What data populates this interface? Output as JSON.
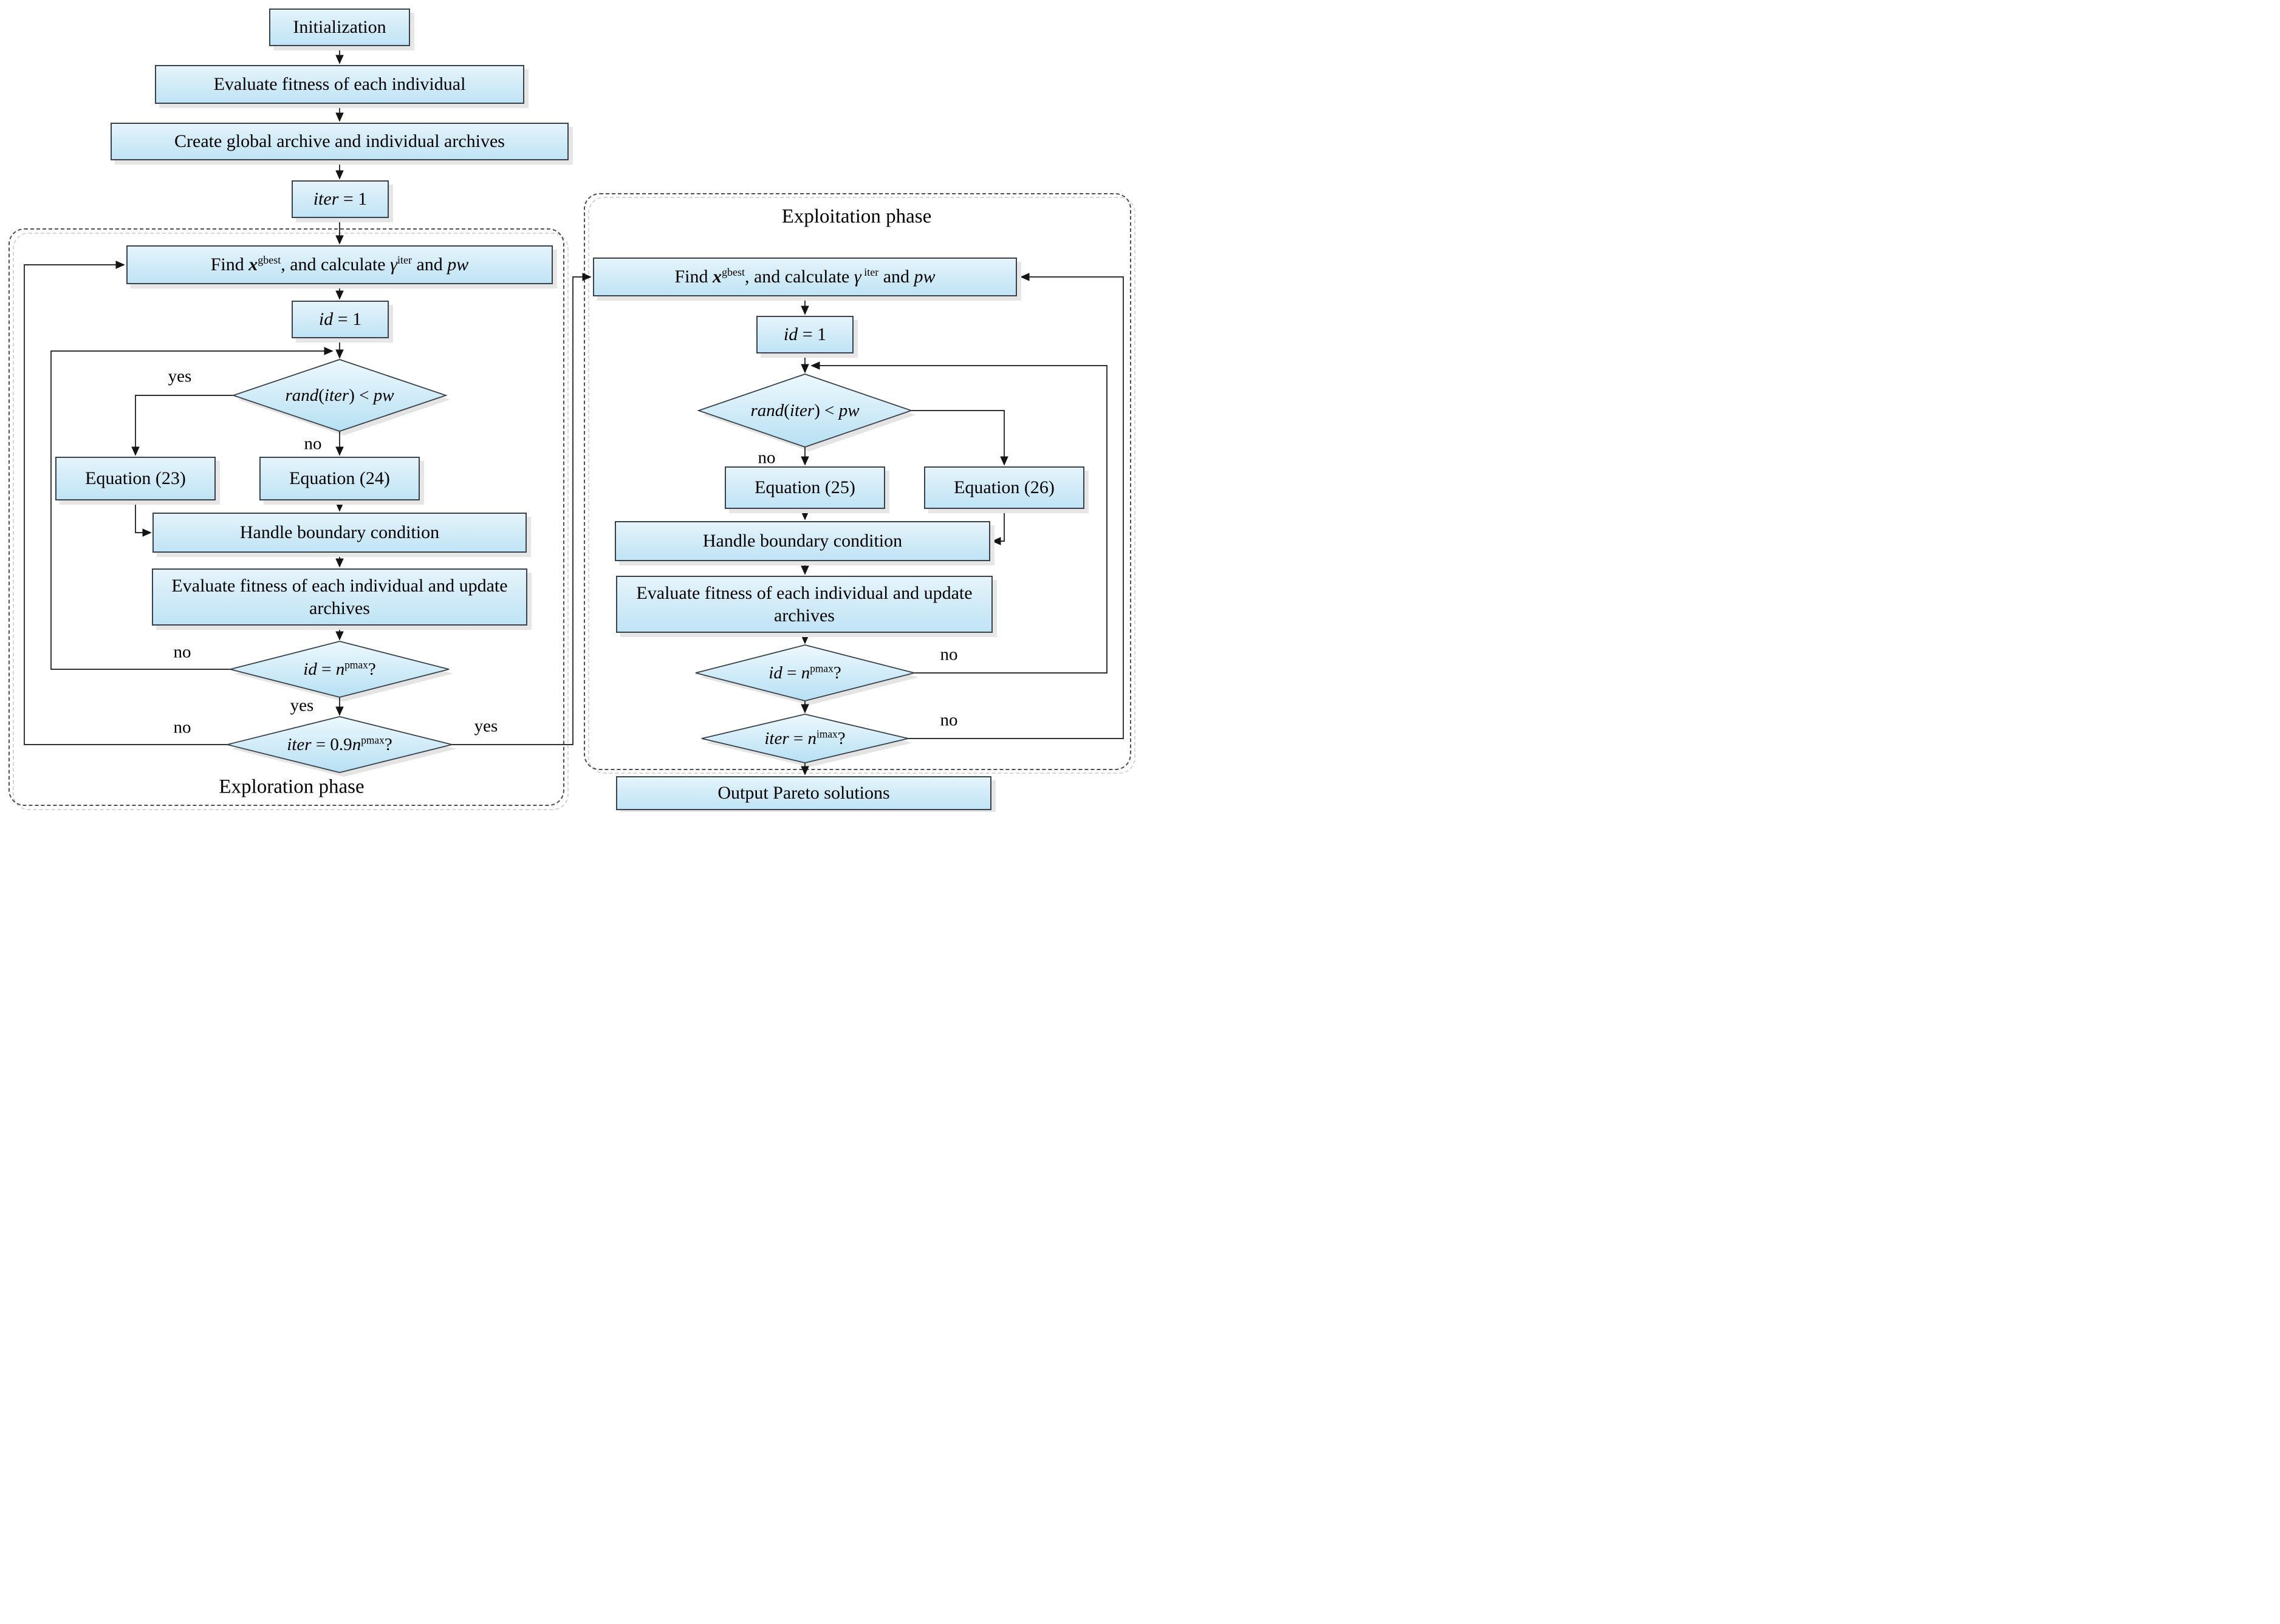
{
  "diagram": {
    "phases": {
      "exploration": {
        "label": "Exploration phase"
      },
      "exploitation": {
        "label": "Exploitation phase"
      }
    },
    "nodes": {
      "init": {
        "label": "Initialization"
      },
      "eval_fitness": {
        "label": "Evaluate fitness of each individual"
      },
      "create_archive": {
        "label": "Create global archive and individual archives"
      },
      "iter_init": {
        "rich": "<i>iter</i> = 1"
      },
      "find_left": {
        "rich": "Find <b><i>x</i></b><sup>gbest</sup>, and calculate <i>γ</i><sup>iter</sup> and <i>pw</i>"
      },
      "id_init_left": {
        "rich": "<i>id</i> = 1"
      },
      "rand_left": {
        "rich": "<i>rand</i>(<i>iter</i>) &lt; <i>pw</i>"
      },
      "equation_23": {
        "label": "Equation (23)"
      },
      "equation_24": {
        "label": "Equation (24)"
      },
      "handle_left": {
        "label": "Handle boundary condition"
      },
      "eval_update_left": {
        "label": "Evaluate fitness of each individual and update archives"
      },
      "id_check_left": {
        "rich": "<i>id</i> = <i>n</i><sup>pmax</sup>?"
      },
      "iter_check_left": {
        "rich": "<i>iter</i> = 0.9<i>n</i><sup>pmax</sup>?"
      },
      "find_right": {
        "rich": "Find <b><i>x</i></b><sup>gbest</sup>, and calculate <i>γ</i><sup> iter</sup> and <i>pw</i>"
      },
      "id_init_right": {
        "rich": "<i>id</i> = 1"
      },
      "rand_right": {
        "rich": "<i>rand</i>(<i>iter</i>) &lt; <i>pw</i>"
      },
      "equation_25": {
        "label": "Equation (25)"
      },
      "equation_26": {
        "label": "Equation (26)"
      },
      "handle_right": {
        "label": "Handle boundary condition"
      },
      "eval_update_right": {
        "label": "Evaluate fitness of each individual and update archives"
      },
      "id_check_right": {
        "rich": "<i>id</i> = <i>n</i><sup>pmax</sup>?"
      },
      "iter_check_right": {
        "rich": "<i>iter</i> = <i>n</i><sup>imax</sup>?"
      },
      "output": {
        "label": "Output Pareto solutions"
      }
    },
    "edge_labels": {
      "rand_left_yes": "yes",
      "rand_left_no": "no",
      "id_left_no": "no",
      "id_left_yes": "yes",
      "iter_left_no": "no",
      "iter_left_yes": "yes",
      "rand_right_no": "no",
      "id_right_no": "no",
      "iter_right_no": "no"
    }
  },
  "colors": {
    "node-fill-top": "#e6f4fb",
    "node-fill-bottom": "#c0e4f5",
    "node-border": "#39424b",
    "connector": "#141414",
    "dashed-border": "#4f4f4f",
    "shadow": "#e6e6e6"
  }
}
